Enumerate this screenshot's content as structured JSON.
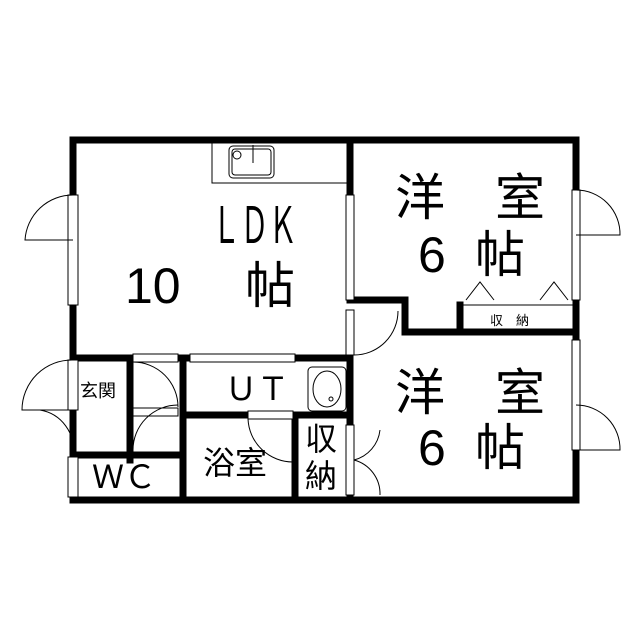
{
  "rooms": {
    "ldk": {
      "name": "ＬＤＫ",
      "size": "10",
      "unit": "帖"
    },
    "bedroom1": {
      "line1": "洋　室",
      "size": "6",
      "unit": "帖"
    },
    "bedroom2": {
      "line1": "洋　室",
      "size": "6",
      "unit": "帖"
    },
    "closet1": "収　納",
    "entrance": "玄関",
    "utility": "ＵＴ",
    "bath": "浴室",
    "closet2_top": "収",
    "closet2_bottom": "納",
    "wc": "ＷＣ"
  }
}
